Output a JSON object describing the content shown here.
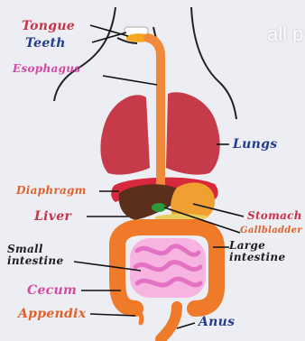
{
  "watermark": "all p",
  "labels": {
    "tongue": "Tongue",
    "teeth": "Teeth",
    "esophagus": "Esophagus",
    "lungs": "Lungs",
    "diaphragm": "Diaphragm",
    "liver": "Liver",
    "stomach": "Stomach",
    "gallbladder": "Gallbladder",
    "small_intestine": "Small\nintestine",
    "large_intestine": "Large\nintestine",
    "cecum": "Cecum",
    "appendix": "Appendix",
    "anus": "Anus"
  },
  "colors": {
    "background": "#eceef3",
    "red_label": "#c8324a",
    "blue_label": "#233d8c",
    "pink_label": "#d447a6",
    "orange_label": "#e0612a",
    "black_label": "#1c1c1c",
    "lungs": "#c73a4a",
    "esophagus": "#f08a3a",
    "diaphragm": "#d8283b",
    "liver": "#5b2f1a",
    "stomach": "#f0a030",
    "gallbladder": "#2e9a3a",
    "small_intestine": "#f08ccc",
    "large_intestine": "#ee7a2a"
  }
}
